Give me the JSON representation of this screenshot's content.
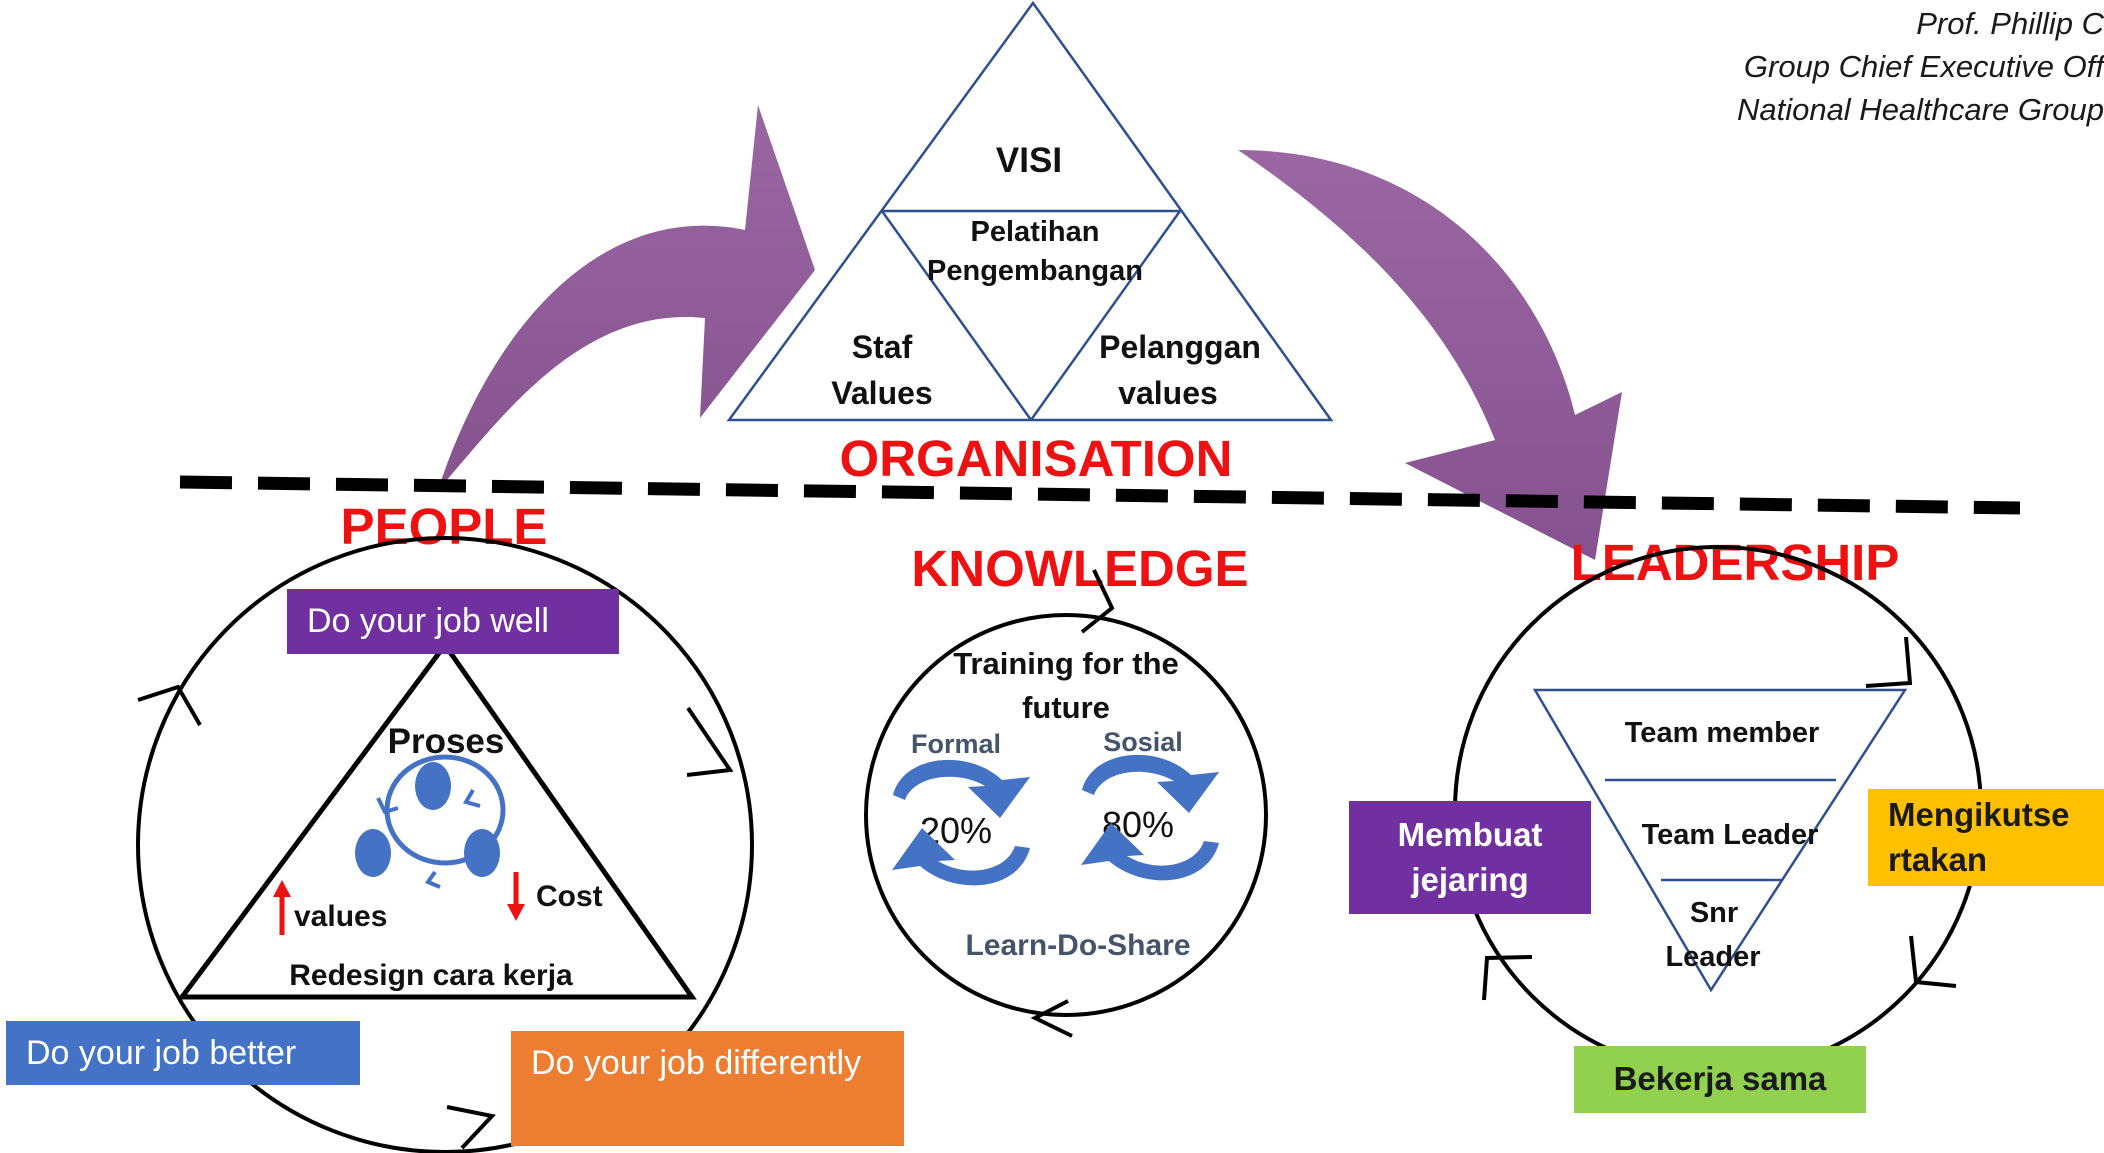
{
  "credit": {
    "line1": "Prof. Phillip C",
    "line2": "Group Chief Executive Off",
    "line3": "National Healthcare Group"
  },
  "organisation": {
    "heading": "ORGANISATION",
    "triangle": {
      "top": "VISI",
      "middle_line1": "Pelatihan",
      "middle_line2": "Pengembangan",
      "left_line1": "Staf",
      "left_line2": "Values",
      "right_line1": "Pelanggan",
      "right_line2": "values"
    }
  },
  "people": {
    "heading": "PEOPLE",
    "proses": "Proses",
    "values_label": "values",
    "cost_label": "Cost",
    "redesign": "Redesign cara kerja",
    "box_well": "Do your job well",
    "box_better": "Do your job better",
    "box_differently": "Do your job differently"
  },
  "knowledge": {
    "heading": "KNOWLEDGE",
    "training_line1": "Training for the",
    "training_line2": "future",
    "formal_label": "Formal",
    "formal_pct": "20%",
    "sosial_label": "Sosial",
    "sosial_pct": "80%",
    "learn_do_share": "Learn-Do-Share"
  },
  "leadership": {
    "heading": "LEADERSHIP",
    "levels": [
      "Team member",
      "Team Leader",
      "Snr",
      "Leader"
    ],
    "box_membuat_line1": "Membuat",
    "box_membuat_line2": "jejaring",
    "box_mengikut_line1": "Mengikutse",
    "box_mengikut_line2": "rtakan",
    "box_bekerja": "Bekerja sama"
  },
  "colors": {
    "heading_red": "#ee1111",
    "arrow_purple": "#8e5a97",
    "cycle_blue": "#4472c4",
    "triangle_navy": "#2f4f8f",
    "box_purple": "#7030a0",
    "box_blue": "#4472c4",
    "box_orange": "#ed7d31",
    "box_yellow": "#ffc000",
    "box_green": "#92d050",
    "subtext_slate": "#44546a"
  }
}
